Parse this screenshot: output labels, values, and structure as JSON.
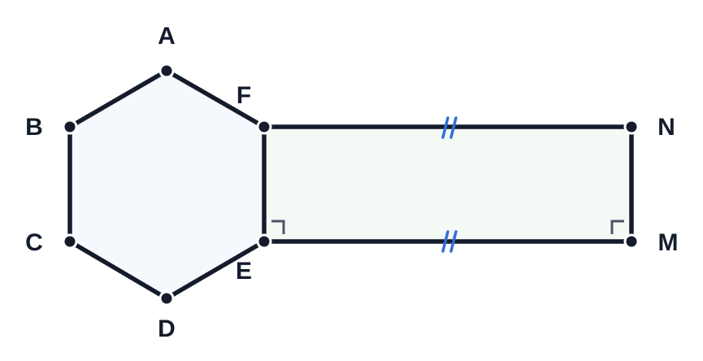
{
  "figure": {
    "hexagon": {
      "vertices": [
        "A",
        "B",
        "C",
        "D",
        "E",
        "F"
      ],
      "fill_color": "#f5f8fd"
    },
    "rectangle": {
      "vertices": [
        "F",
        "N",
        "M",
        "E"
      ],
      "fill_color": "#f4f9f6",
      "equal_sides": [
        "FN",
        "EM"
      ],
      "right_angles": [
        "E",
        "M"
      ]
    },
    "labels": {
      "A": "A",
      "B": "B",
      "C": "C",
      "D": "D",
      "E": "E",
      "F": "F",
      "N": "N",
      "M": "M"
    },
    "colors": {
      "stroke": "#141c2c",
      "tick_mark": "#2f6fd6",
      "right_angle_mark": "#4b5566"
    }
  }
}
